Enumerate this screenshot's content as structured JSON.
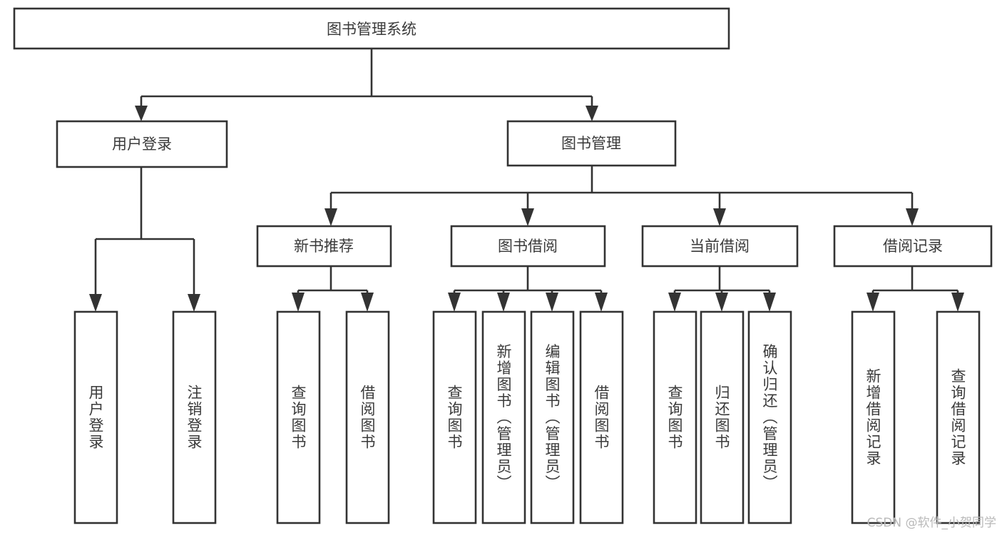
{
  "diagram": {
    "type": "tree-hierarchy",
    "title": "图书管理系统",
    "watermark": "CSDN @软件_小贺同学",
    "colors": {
      "background": "#ffffff",
      "stroke": "#333333",
      "text": "#3a3a3a",
      "watermark": "#b9b9b9"
    },
    "levels": {
      "root": "图书管理系统",
      "level1": [
        "用户登录",
        "图书管理"
      ],
      "level2": [
        "新书推荐",
        "图书借阅",
        "当前借阅",
        "借阅记录"
      ],
      "level3_groups": [
        [
          "用户登录",
          "注销登录"
        ],
        [
          "查询图书",
          "借阅图书"
        ],
        [
          "查询图书",
          "新增图书（管理员）",
          "编辑图书（管理员）",
          "借阅图书"
        ],
        [
          "查询图书",
          "归还图书",
          "确认归还（管理员）"
        ],
        [
          "新增借阅记录",
          "查询借阅记录"
        ]
      ]
    },
    "nodes": {
      "root": {
        "label": "图书管理系统"
      },
      "user_login": {
        "label": "用户登录"
      },
      "book_manage": {
        "label": "图书管理"
      },
      "new_book_rec": {
        "label": "新书推荐"
      },
      "book_borrow": {
        "label": "图书借阅"
      },
      "current_borrow": {
        "label": "当前借阅"
      },
      "borrow_record": {
        "label": "借阅记录"
      },
      "leaf_user_login": {
        "label": "用户登录"
      },
      "leaf_logout": {
        "label": "注销登录"
      },
      "leaf_query_book_a": {
        "label": "查询图书"
      },
      "leaf_borrow_book_a": {
        "label": "借阅图书"
      },
      "leaf_query_book_b": {
        "label": "查询图书"
      },
      "leaf_add_book": {
        "label": "新增图书（管理员）"
      },
      "leaf_edit_book": {
        "label": "编辑图书（管理员）"
      },
      "leaf_borrow_book_b": {
        "label": "借阅图书"
      },
      "leaf_query_book_c": {
        "label": "查询图书"
      },
      "leaf_return_book": {
        "label": "归还图书"
      },
      "leaf_confirm_return": {
        "label": "确认归还（管理员）"
      },
      "leaf_add_record": {
        "label": "新增借阅记录"
      },
      "leaf_query_record": {
        "label": "查询借阅记录"
      }
    }
  }
}
